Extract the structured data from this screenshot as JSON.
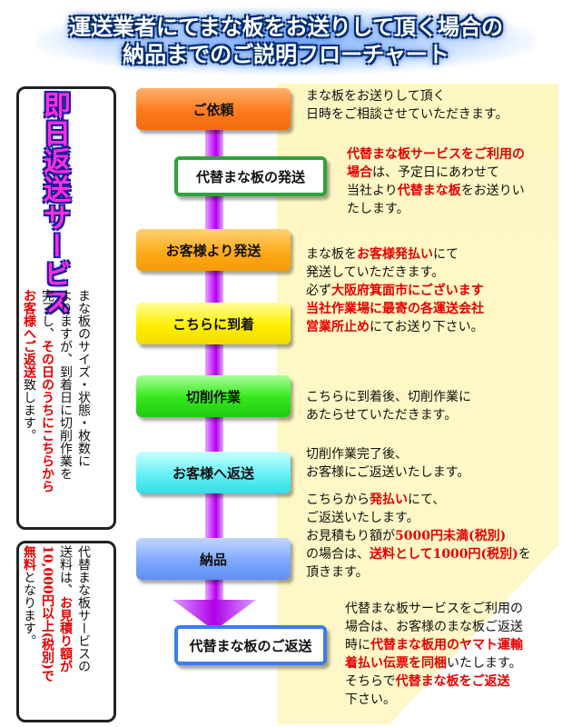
{
  "title": {
    "line1": "運送業者にてまな板をお送りして頂く場合の",
    "line2": "納品までのご説明フローチャート"
  },
  "steps": [
    {
      "label": "ご依頼"
    },
    {
      "label": "代替まな板の発送"
    },
    {
      "label": "お客様より発送"
    },
    {
      "label": "こちらに到着"
    },
    {
      "label": "切削作業"
    },
    {
      "label": "お客様へ返送"
    },
    {
      "label": "納品"
    },
    {
      "label": "代替まな板のご返送"
    }
  ],
  "descriptions": {
    "d1": {
      "l1": "まな板をお送りして頂く",
      "l2": "日時をご相談させていただきます。"
    },
    "d2": {
      "red1": "代替まな板サービスをご利用の",
      "red2": "場合",
      "t2": "は、予定日にあわせて",
      "t3a": "当社より",
      "red3": "代替まな板",
      "t3b": "をお送りい",
      "t4": "たします。"
    },
    "d3": {
      "t1a": "まな板を",
      "red1": "お客様発払い",
      "t1b": "にて",
      "t2": "発送していただきます。",
      "t3a": "必ず",
      "red3": "大阪府箕面市にございます",
      "red4": "当社作業場に最寄の各運送会社",
      "red5": "営業所止め",
      "t5": "にてお送り下さい。"
    },
    "d4": {
      "l1": "こちらに到着後、切削作業に",
      "l2": "あたらせていただきます。"
    },
    "d5": {
      "l1": "切削作業完了後、",
      "l2": "お客様にご返送いたします。"
    },
    "d6": {
      "t1a": "こちらから",
      "red1": "発払い",
      "t1b": "にて、",
      "t2": "ご返送いたします。",
      "t3a": "お見積もり額が",
      "red3": "5000円未満(税別)",
      "t4a": "の場合は、",
      "red4": "送料として1000円(税別)",
      "t4b": "を",
      "t5": "頂きます。"
    },
    "d7": {
      "t1": "代替まな板サービスをご利用の",
      "t2": "場合は、お客様のまな板ご返送",
      "t3a": "時に",
      "red3": "代替まな板用のヤマト運輸",
      "red4": "着払い伝票を同梱",
      "t4": "いたします。",
      "t5a": "そちらで",
      "red5": "代替まな板をご返送",
      "t6": "下さい。"
    }
  },
  "left": {
    "service_title": "即日返送サービス",
    "box1": {
      "t1": "まな板のサイズ・状態・枚数に",
      "t2": "よりますが、到着日に切削作業を",
      "t3": "完了し、",
      "red3": "その日のうちにこちらから",
      "red4": "お客様へご返送",
      "t4": "致します。"
    },
    "box2": {
      "t1": "代替まな板サービスの",
      "t2a": "送料は、",
      "red2": "お見積り額が",
      "red3": "10,000円以上(税別)で",
      "red4": "無料",
      "t4": "となります。"
    }
  },
  "colors": {
    "accent_red": "#e60000",
    "pipe": "#b000e8",
    "service_pink": "#ff2fd8",
    "title_blue": "#002a6e"
  }
}
